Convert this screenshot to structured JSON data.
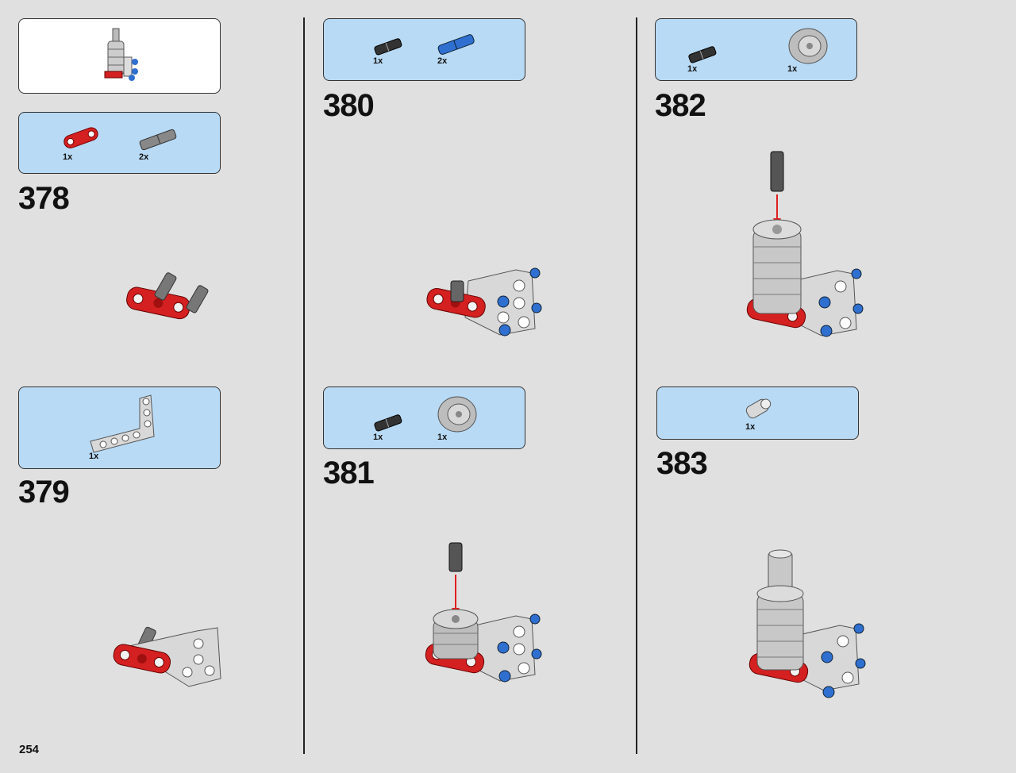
{
  "page_number": "254",
  "steps": [
    {
      "number": "378",
      "parts": [
        {
          "qty": "1x",
          "part": "red-beam-icon"
        },
        {
          "qty": "2x",
          "part": "gray-axle-pin-icon"
        }
      ]
    },
    {
      "number": "379",
      "parts": [
        {
          "qty": "1x",
          "part": "gray-l-beam-icon"
        }
      ]
    },
    {
      "number": "380",
      "parts": [
        {
          "qty": "1x",
          "part": "black-pin-icon"
        },
        {
          "qty": "2x",
          "part": "blue-axle-pin-icon"
        }
      ]
    },
    {
      "number": "381",
      "parts": [
        {
          "qty": "1x",
          "part": "black-pin-icon"
        },
        {
          "qty": "1x",
          "part": "gray-wheel-icon"
        }
      ]
    },
    {
      "number": "382",
      "parts": [
        {
          "qty": "1x",
          "part": "black-pin-icon"
        },
        {
          "qty": "1x",
          "part": "gray-wheel-icon"
        }
      ]
    },
    {
      "number": "383",
      "parts": [
        {
          "qty": "1x",
          "part": "light-gray-bush-icon"
        }
      ]
    }
  ],
  "colors": {
    "background": "#e0e0e0",
    "callout": "#b8daf5",
    "red_part": "#d42020",
    "blue_part": "#2f6fd0",
    "gray_part": "#c8c8c8",
    "arrow": "#e02020"
  }
}
